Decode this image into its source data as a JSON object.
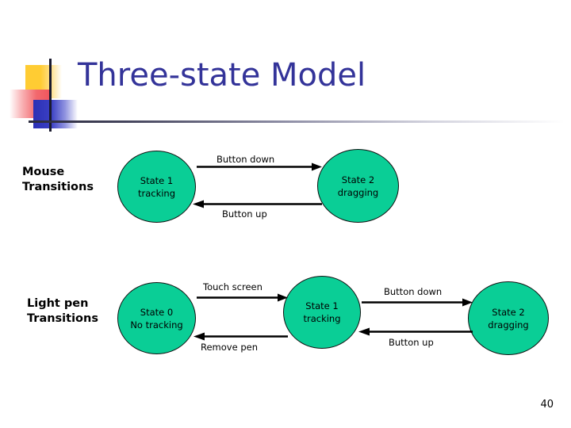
{
  "slide": {
    "title": "Three-state Model",
    "page_number": "40",
    "title_color": "#333399",
    "node_color": "#0ACE96",
    "deco": {
      "yellow": "#FFCC33",
      "red": "#F2545B",
      "blue": "#2B30B5",
      "rule": "#2b2b3d"
    }
  },
  "diagrams": [
    {
      "label_line1": "Mouse",
      "label_line2": "Transitions",
      "nodes": [
        {
          "line1": "State 1",
          "line2": "tracking"
        },
        {
          "line1": "State 2",
          "line2": "dragging"
        }
      ],
      "edges": [
        {
          "label": "Button down",
          "direction": "right"
        },
        {
          "label": "Button up",
          "direction": "left"
        }
      ]
    },
    {
      "label_line1": "Light pen",
      "label_line2": "Transitions",
      "nodes": [
        {
          "line1": "State 0",
          "line2": "No tracking"
        },
        {
          "line1": "State 1",
          "line2": "tracking"
        },
        {
          "line1": "State 2",
          "line2": "dragging"
        }
      ],
      "edges": [
        {
          "label": "Touch screen",
          "direction": "right"
        },
        {
          "label": "Remove pen",
          "direction": "left"
        },
        {
          "label": "Button down",
          "direction": "right"
        },
        {
          "label": "Button up",
          "direction": "left"
        }
      ]
    }
  ]
}
